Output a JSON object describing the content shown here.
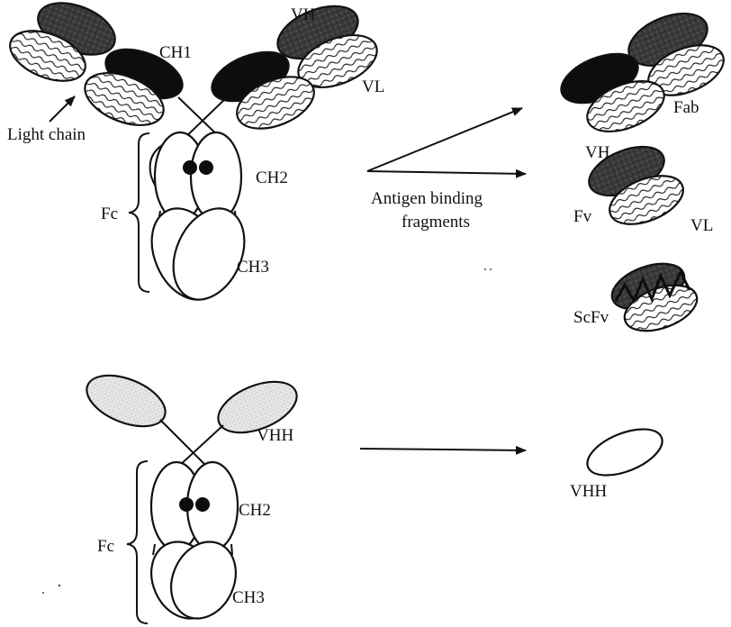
{
  "colors": {
    "ink": "#111111",
    "heavy_chain_variable": "#3a3a3a",
    "constant_domain": "#0d0d0d",
    "light_chain_hatch": "#ffffff",
    "vhh_domain": "#e4e4e4",
    "background": "#ffffff"
  },
  "conventional_antibody": {
    "label_ch1": "CH1",
    "label_vh": "VH",
    "label_vl": "VL",
    "label_light_chain": "Light chain",
    "label_ch2": "CH2",
    "label_ch3": "CH3",
    "label_fc": "Fc"
  },
  "fragmentation": {
    "label_line1": "Antigen binding",
    "label_line2": "fragments"
  },
  "fragments": {
    "fab_label": "Fab",
    "fv_vh_label": "VH",
    "fv_label": "Fv",
    "fv_vl_label": "VL",
    "scfv_label": "ScFv"
  },
  "heavy_chain_antibody": {
    "label_vhh": "VHH",
    "label_ch2": "CH2",
    "label_ch3": "CH3",
    "label_fc": "Fc"
  },
  "nanobody": {
    "label_vhh": "VHH"
  }
}
